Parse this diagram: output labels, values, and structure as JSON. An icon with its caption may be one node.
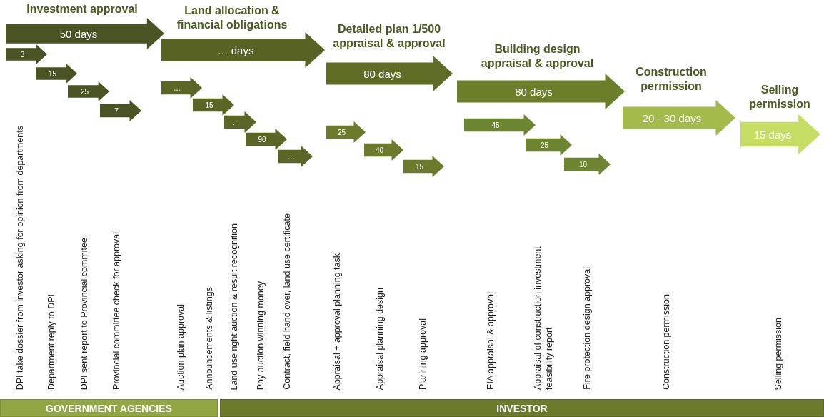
{
  "diagram": {
    "nodes": [
      {
        "text": [
          "Investment approval",
          "50 days"
        ]
      },
      {
        "text": [
          "3"
        ]
      },
      {
        "text": [
          "15"
        ]
      },
      {
        "text": [
          "25"
        ]
      },
      {
        "text": [
          "7"
        ]
      },
      {
        "text": [
          "Land allocation & financial obligations",
          "… days"
        ]
      },
      {
        "text": [
          "…"
        ]
      },
      {
        "text": [
          "15"
        ]
      },
      {
        "text": [
          "…"
        ]
      },
      {
        "text": [
          "90"
        ]
      },
      {
        "text": [
          "…"
        ]
      },
      {
        "text": [
          "Detailed plan 1/500 appraisal & approval",
          "80 days"
        ]
      },
      {
        "text": [
          "25"
        ]
      },
      {
        "text": [
          "40"
        ]
      },
      {
        "text": [
          "15"
        ]
      },
      {
        "text": [
          "Building design appraisal & approval",
          "80 days"
        ]
      },
      {
        "text": [
          "45"
        ]
      },
      {
        "text": [
          "25"
        ]
      },
      {
        "text": [
          "10"
        ]
      },
      {
        "text": [
          "Construction permission",
          "20 - 30 days"
        ]
      },
      {
        "text": [
          "Selling permission",
          "15 days"
        ]
      },
      {
        "text": [
          "GOVERNMENT AGENCIES"
        ]
      },
      {
        "text": [
          "INVESTOR"
        ]
      }
    ],
    "edges": [],
    "labels": [
      "DPI take dossier from investor asking for opinion from departments",
      "Department reply to DPI",
      "DPI sent report to Provincial commitee",
      "Provincial committee check for approval",
      "Auction plan approval",
      "Announcements & listings",
      "Land use right auction & result recognition",
      "Pay auction winning money",
      "Contract, field hand over, land use certificate",
      "Appraisal + approval planning task",
      "Appraisal planning design",
      "Planning approval",
      "EIA appraisal & approval",
      "Appraisal of construction investment feasibility report",
      "Fire protection design approval",
      "Construction permission",
      "Selling permission"
    ]
  }
}
